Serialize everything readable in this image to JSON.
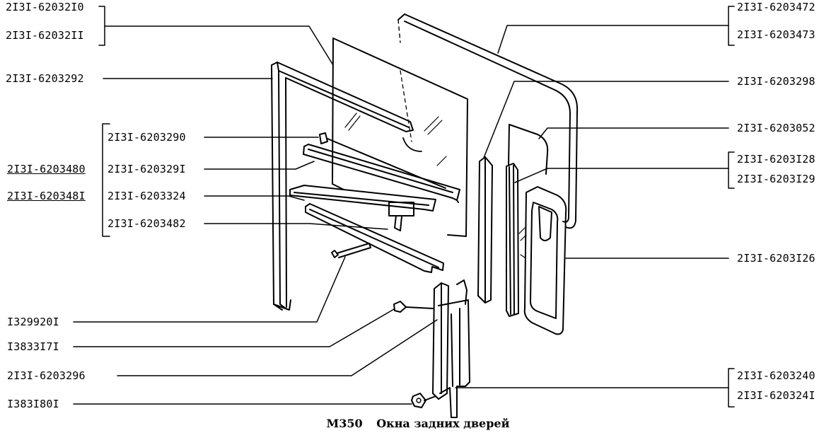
{
  "diagram_title": {
    "code": "M350",
    "name": "Окна задних дверей"
  },
  "part_numbers": {
    "frame_glass_a": "2I3I-62032I0",
    "frame_glass_b": "2I3I-62032II",
    "guide_channel_left": "2I3I-6203292",
    "outer_seal_a": "2I3I-6203472",
    "outer_seal_b": "2I3I-6203473",
    "glass_channel_right": "2I3I-6203298",
    "vent_glass": "2I3I-6203052",
    "vent_seal_a": "2I3I-6203I28",
    "vent_seal_b": "2I3I-6203I29",
    "vent_frame": "2I3I-6203I26",
    "strip_upper": "2I3I-6203290",
    "strip_middle": "2I3I-620329I",
    "bracket": "2I3I-6203324",
    "strip_lower": "2I3I-6203482",
    "assembly_a": "2I3I-6203480",
    "assembly_b": "2I3I-620348I",
    "screw": "I329920I",
    "bolt": "I3833I7I",
    "channel_bracket": "2I3I-6203296",
    "nut": "I383I80I",
    "channel_a": "2I3I-6203240",
    "channel_b": "2I3I-620324I"
  },
  "colors": {
    "ink": "#000000",
    "paper": "#ffffff"
  }
}
